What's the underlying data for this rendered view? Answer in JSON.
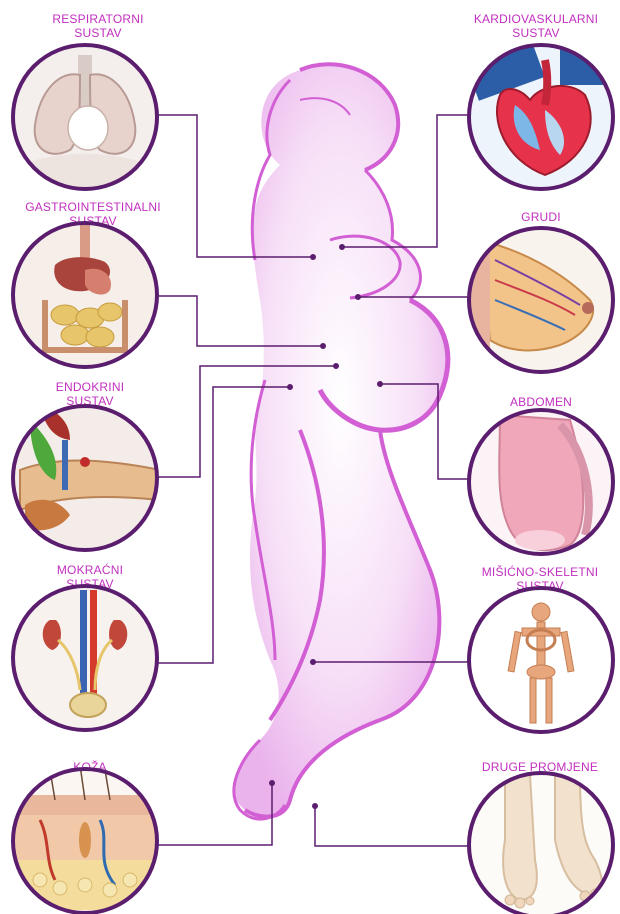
{
  "labels": [
    {
      "line1": "RESPIRATORNI",
      "line2": "SUSTAV"
    },
    {
      "line1": "KARDIOVASKULARNI",
      "line2": "SUSTAV"
    },
    {
      "line1": "GASTROINTESTINALNI",
      "line2": "SUSTAV"
    },
    {
      "line1": "GRUDI",
      "line2": ""
    },
    {
      "line1": "ENDOKRINI",
      "line2": "SUSTAV"
    },
    {
      "line1": "ABDOMEN",
      "line2": ""
    },
    {
      "line1": "MOKRAĆNI",
      "line2": "SUSTAV"
    },
    {
      "line1": "MIŠIĆNO-SKELETNI",
      "line2": "SUSTAV"
    },
    {
      "line1": "KOŽA",
      "line2": ""
    },
    {
      "line1": "DRUGE PROMJENE",
      "line2": ""
    }
  ],
  "colors": {
    "label": "#c22fbf",
    "circle_border": "#5b1d6e",
    "connector": "#5b1d6e",
    "silhouette": "#d25fd4",
    "silhouette_fill": "#f6d9f6"
  }
}
